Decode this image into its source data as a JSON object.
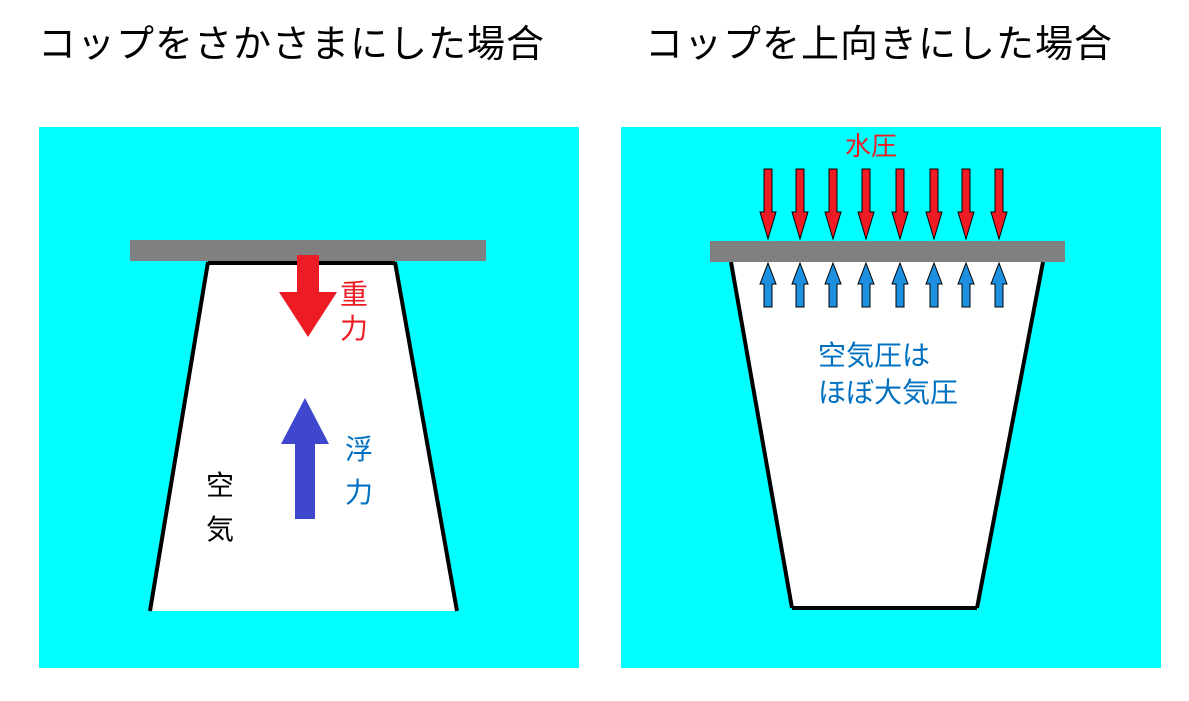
{
  "titles": {
    "left": "コップをさかさまにした場合",
    "right": "コップを上向きにした場合"
  },
  "left_panel": {
    "gravity_label_1": "重",
    "gravity_label_2": "力",
    "buoyancy_label_1": "浮",
    "buoyancy_label_2": "力",
    "air_label_1": "空",
    "air_label_2": "気"
  },
  "right_panel": {
    "water_pressure_label": "水圧",
    "air_pressure_line_1": "空気圧は",
    "air_pressure_line_2": "ほぼ大気圧"
  },
  "colors": {
    "water": "#00ffff",
    "cup_fill": "#ffffff",
    "cup_outline": "#000000",
    "lid": "#808080",
    "gravity_red": "#ed1c24",
    "buoyancy_blue": "#3f48cc",
    "label_blue": "#0070c0",
    "pressure_red": "#ed1c24",
    "pressure_blue": "#1e90e0"
  }
}
